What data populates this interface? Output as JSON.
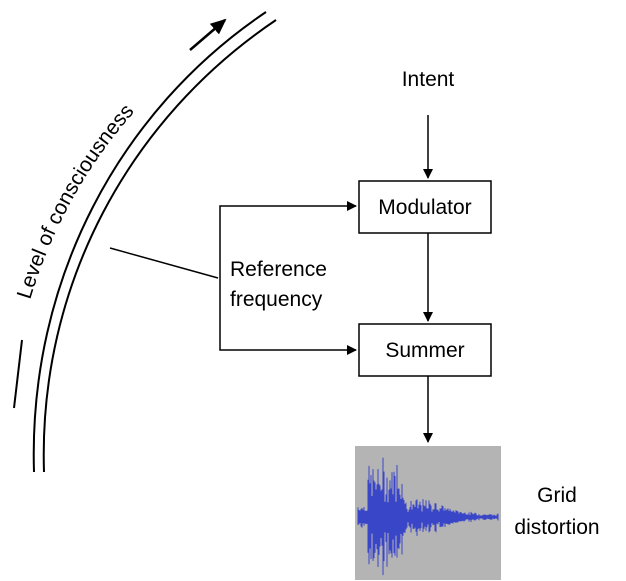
{
  "labels": {
    "intent": "Intent",
    "modulator": "Modulator",
    "summer": "Summer",
    "reference_line1": "Reference",
    "reference_line2": "frequency",
    "grid_line1": "Grid",
    "grid_line2": "distortion",
    "consciousness": "Level of consciousness"
  },
  "colors": {
    "line": "#000000",
    "box_fill": "#ffffff",
    "waveform": "#3a46c8",
    "waveform_bg": "#b4b4b4"
  }
}
